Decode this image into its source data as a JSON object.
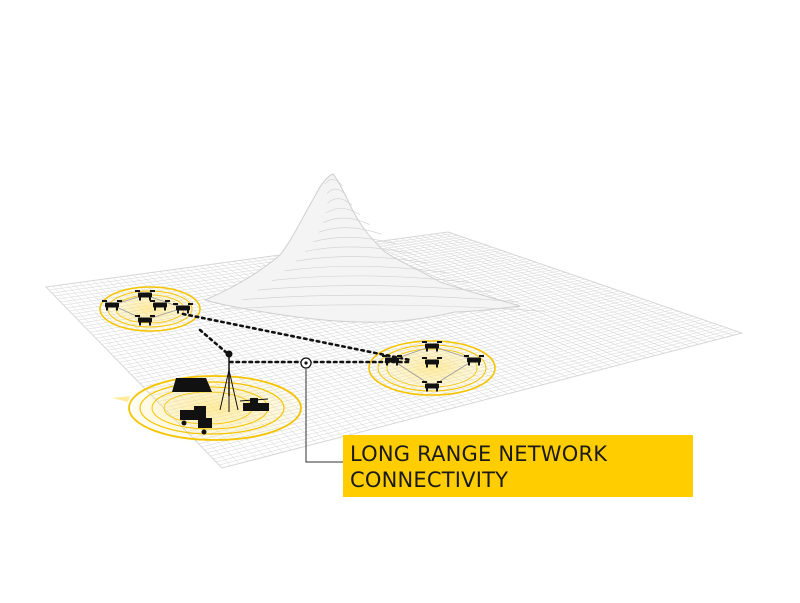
{
  "callout": {
    "line1": "LONG RANGE NETWORK",
    "line2": "CONNECTIVITY"
  },
  "colors": {
    "accent": "#FFCD00",
    "ring": "#F5C400",
    "mesh": "#c8c8c8",
    "silhouette": "#111111",
    "link": "#111111"
  },
  "icons": [
    "terrain-mesh",
    "drone-swarm-icon",
    "vehicle-icon",
    "tent-icon",
    "antenna-mast-icon",
    "relay-node-icon"
  ]
}
